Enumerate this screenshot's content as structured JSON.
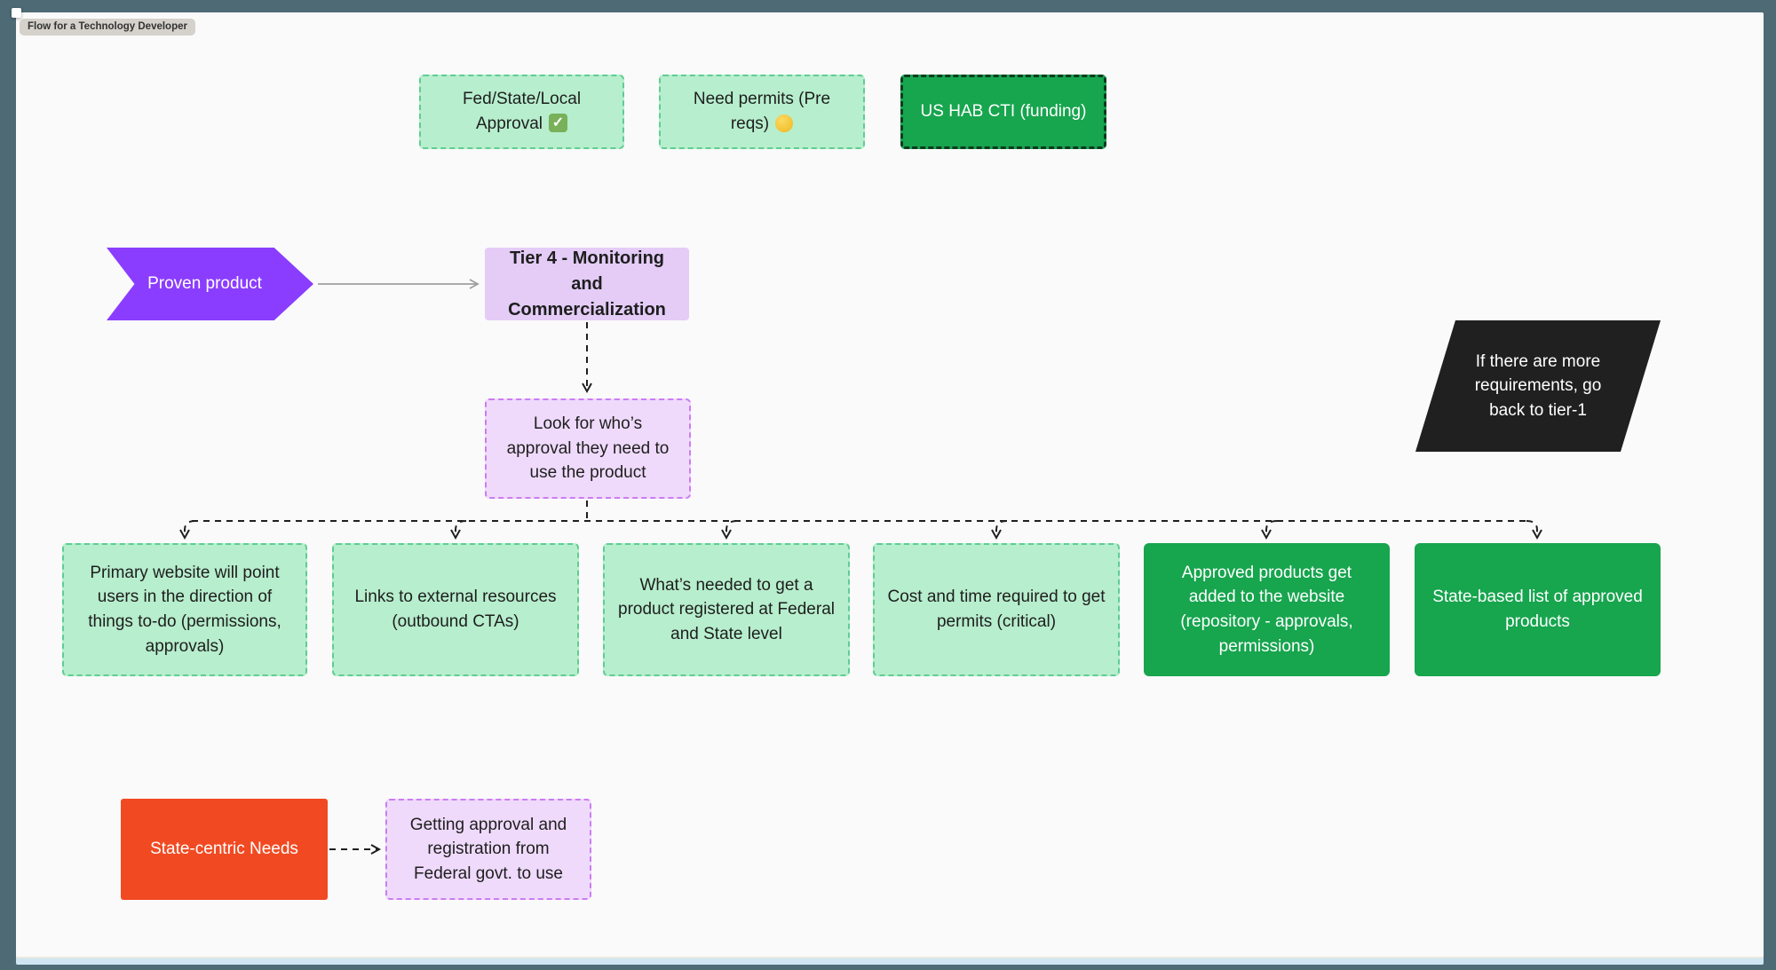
{
  "app": {
    "section_label": "Flow for a Technology Developer"
  },
  "colors": {
    "workspace_background": "#4d6a75",
    "canvas_background": "#fafafa",
    "light_green_fill": "#b7eecd",
    "light_green_border": "#5ecd92",
    "solid_green": "#17a54e",
    "dark_green_border": "#0b3a20",
    "purple_banner": "#8b3dff",
    "tier4_fill": "#e4ccf7",
    "lavender_fill": "#efdafb",
    "lavender_border": "#cb7cf2",
    "orange": "#f14a22",
    "black_shape": "#202020",
    "connector_dark": "#1f1f1f",
    "connector_gray": "#9e9e9e"
  },
  "nodes": {
    "prereq_approval": {
      "text": "Fed/State/Local Approval",
      "icon": "white-check-mark-emoji"
    },
    "prereq_permits": {
      "text": "Need permits (Pre reqs)",
      "icon": "yellow-circle-emoji"
    },
    "funding": {
      "text": "US HAB CTI (funding)"
    },
    "proven_product": {
      "text": "Proven product"
    },
    "tier4": {
      "text": "Tier 4 - Monitoring and Commercialization"
    },
    "approval_lookup": {
      "text": "Look for who’s approval they need to use the product"
    },
    "primary_website": {
      "text": "Primary website will point users in the direction of things to-do (permissions, approvals)"
    },
    "external_links": {
      "text": "Links to external resources (outbound CTAs)"
    },
    "registration_requirements": {
      "text": "What’s needed to get a product registered at Federal and State level"
    },
    "permit_cost": {
      "text": "Cost and time required to get permits (critical)"
    },
    "approved_repository": {
      "text": "Approved products get added to the website (repository - approvals, permissions)"
    },
    "state_list": {
      "text": "State-based list of approved products"
    },
    "more_requirements": {
      "text": "If there are more requirements, go back to tier-1"
    },
    "state_needs": {
      "text": "State-centric Needs"
    },
    "federal_registration": {
      "text": "Getting approval and registration from Federal govt. to use"
    }
  }
}
